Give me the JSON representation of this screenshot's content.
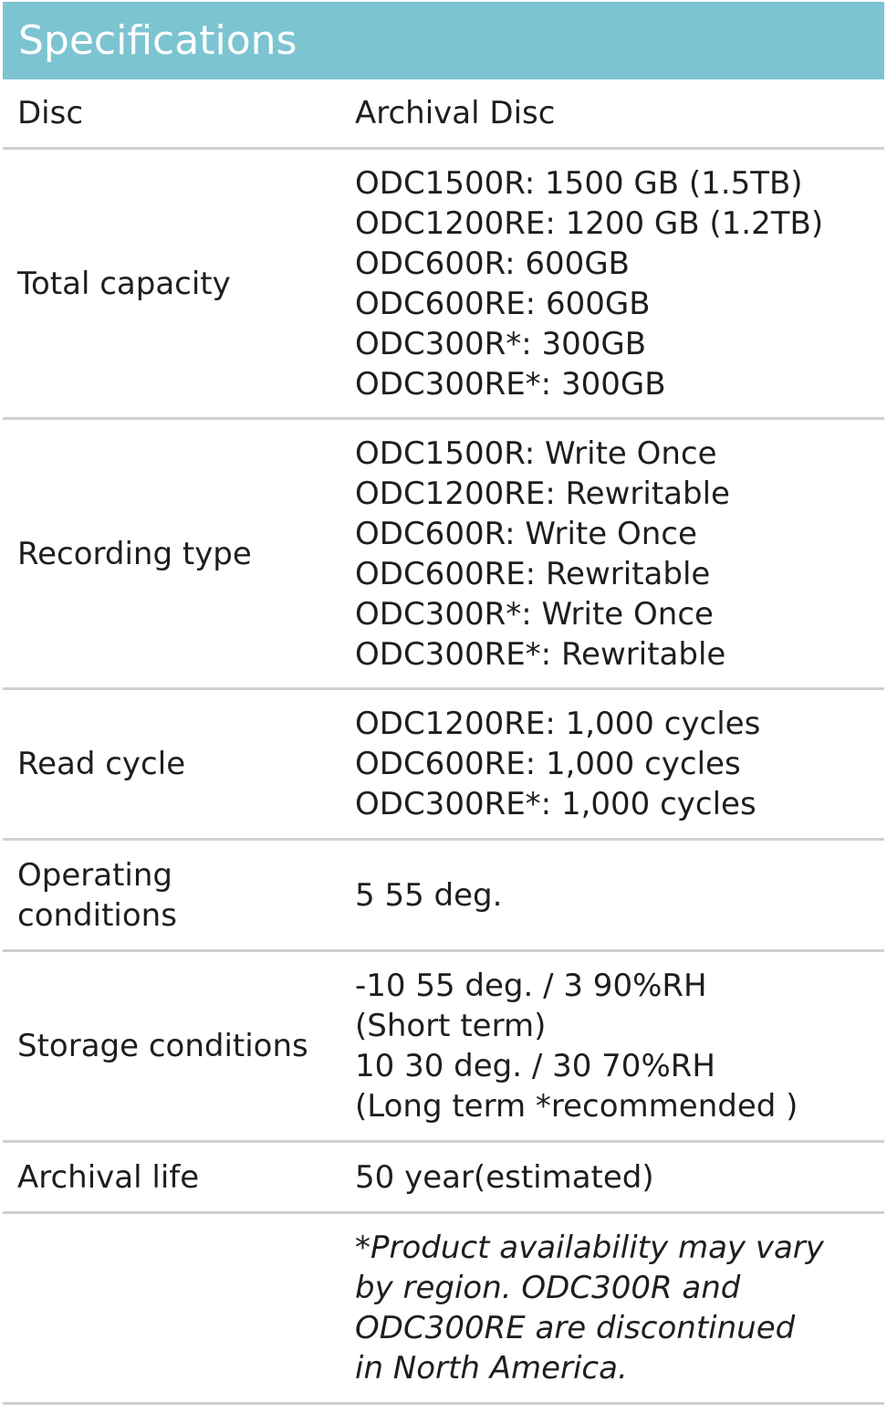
{
  "header": {
    "title": "Specifications"
  },
  "rows": [
    {
      "label": "Disc",
      "lines": [
        "Archival Disc"
      ]
    },
    {
      "label": "Total capacity",
      "lines": [
        "ODC1500R: 1500 GB (1.5TB)",
        "ODC1200RE: 1200 GB (1.2TB)",
        "ODC600R: 600GB",
        "ODC600RE: 600GB",
        "ODC300R*: 300GB",
        "ODC300RE*: 300GB"
      ]
    },
    {
      "label": "Recording type",
      "lines": [
        "ODC1500R: Write Once",
        "ODC1200RE: Rewritable",
        "ODC600R: Write Once",
        "ODC600RE: Rewritable",
        "ODC300R*: Write Once",
        "ODC300RE*: Rewritable"
      ]
    },
    {
      "label": "Read cycle",
      "lines": [
        "ODC1200RE: 1,000 cycles",
        "ODC600RE: 1,000 cycles",
        "ODC300RE*: 1,000 cycles"
      ]
    },
    {
      "label_lines": [
        "Operating",
        "conditions"
      ],
      "lines": [
        "5  55 deg."
      ]
    },
    {
      "label": "Storage conditions",
      "lines": [
        "-10  55 deg. / 3  90%RH",
        "(Short term)",
        "10  30 deg. / 30  70%RH",
        "(Long term *recommended )"
      ]
    },
    {
      "label": "Archival life",
      "lines": [
        "50 year(estimated)"
      ]
    },
    {
      "label": "",
      "lines": [
        "*Product availability may vary",
        "by region. ODC300R and",
        "ODC300RE are discontinued",
        "in North America."
      ]
    }
  ]
}
